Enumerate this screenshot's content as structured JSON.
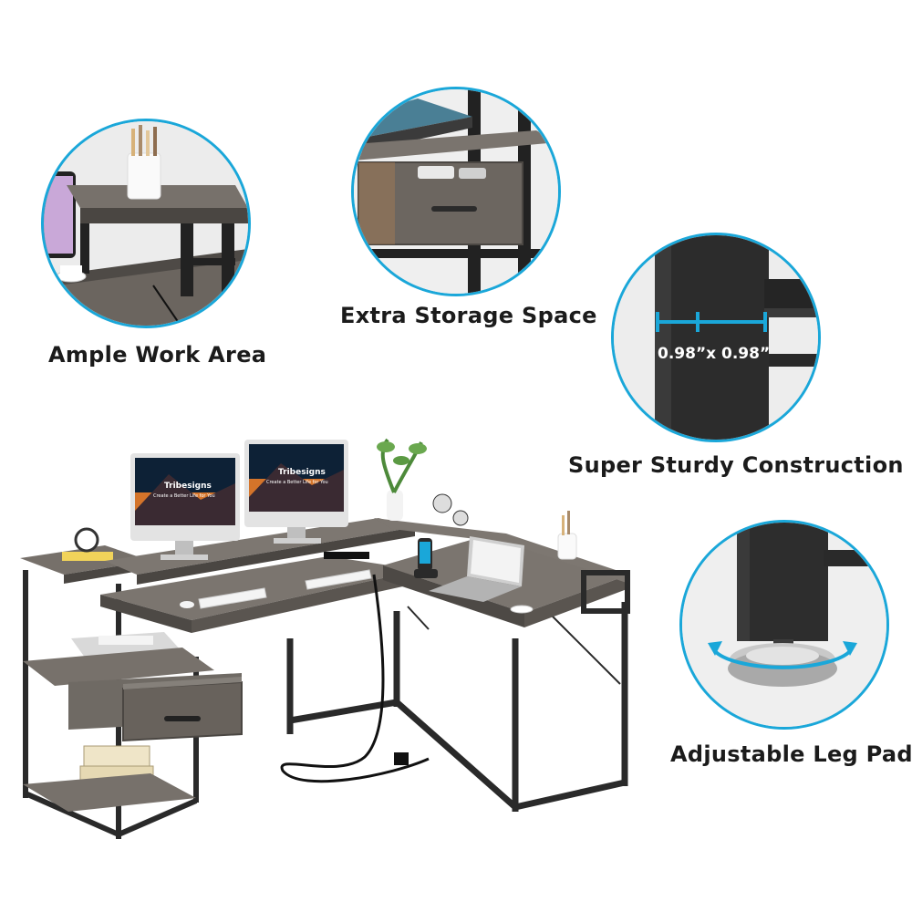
{
  "features": {
    "work_area": "Ample Work Area",
    "storage": "Extra Storage Space",
    "sturdy": "Super Sturdy Construction",
    "leg_pads": "Adjustable Leg Pads"
  },
  "leg_dimension": "0.98”x 0.98”",
  "monitor_brand": "Tribesigns",
  "monitor_tagline": "Create a Better Life for You",
  "colors": {
    "accent": "#1aa7d9",
    "wood": "#6f6a64",
    "metal": "#2a2a2a"
  }
}
